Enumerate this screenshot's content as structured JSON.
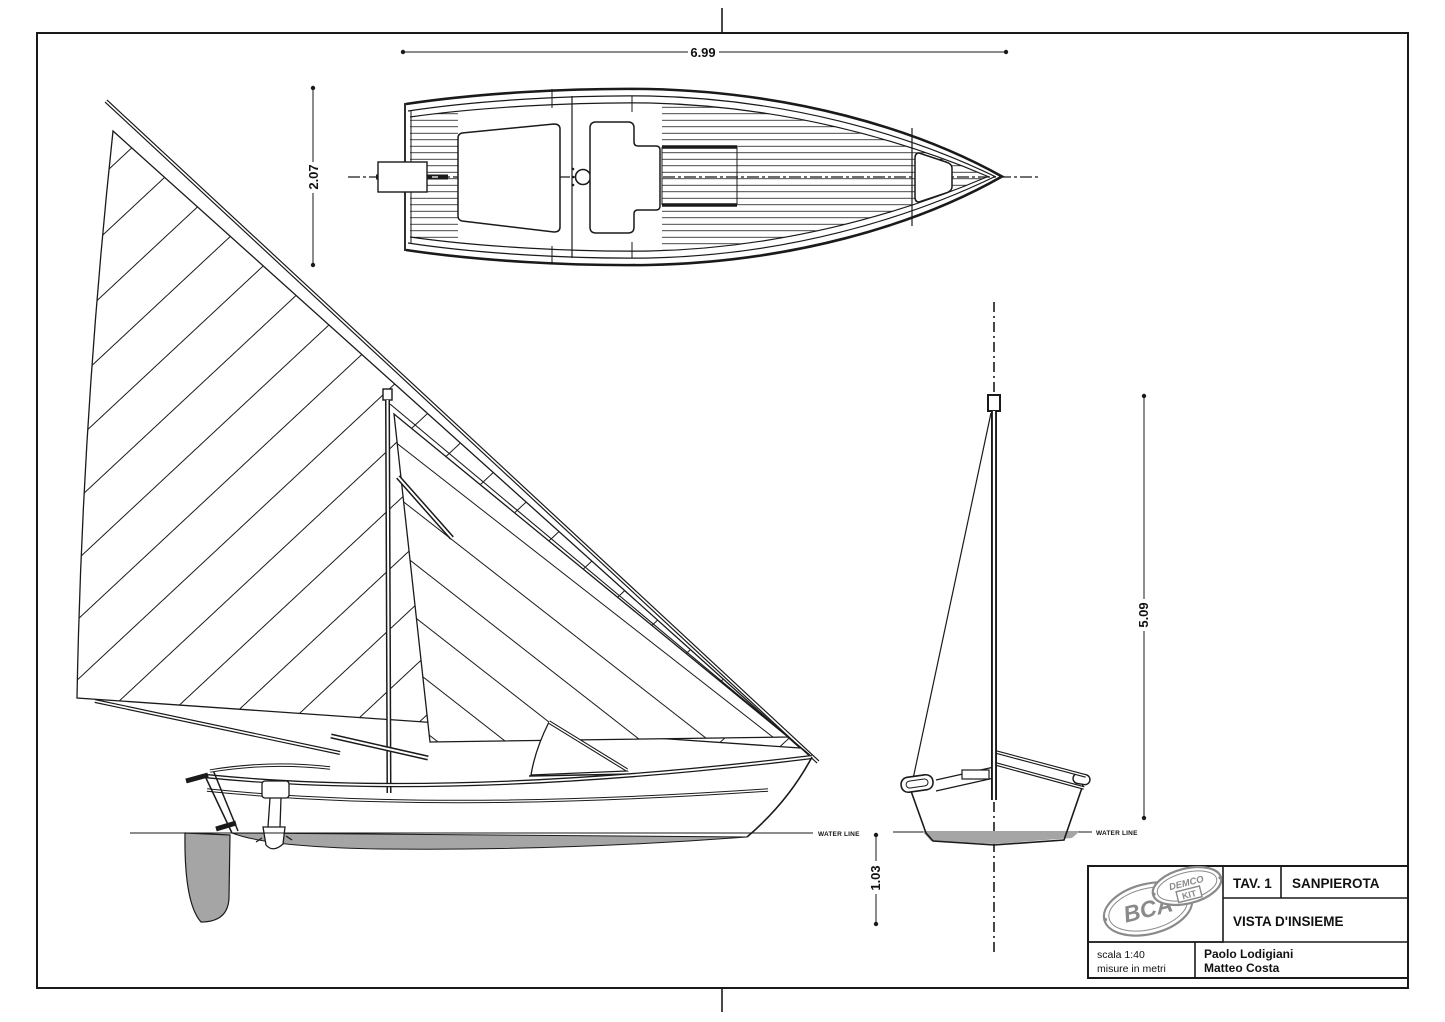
{
  "drawing": {
    "dimensions": {
      "hull_length": "6.99",
      "beam": "2.07",
      "mast_height": "5.09",
      "draft": "1.03"
    },
    "labels": {
      "waterline_side": "WATER LINE",
      "waterline_front": "WATER LINE"
    },
    "title_block": {
      "tav": "TAV. 1",
      "boat_name": "SANPIEROTA",
      "view_title": "VISTA D'INSIEME",
      "scale": "scala 1:40",
      "units": "misure in metri",
      "author1": "Paolo Lodigiani",
      "author2": "Matteo Costa",
      "logo_main": "BCA",
      "logo_top": "DEMCO",
      "logo_kit": "KIT"
    },
    "colors": {
      "ink": "#1a1a1a",
      "underwater_gray": "#a5a5a5",
      "logo_gray": "#8a8a8a"
    }
  }
}
